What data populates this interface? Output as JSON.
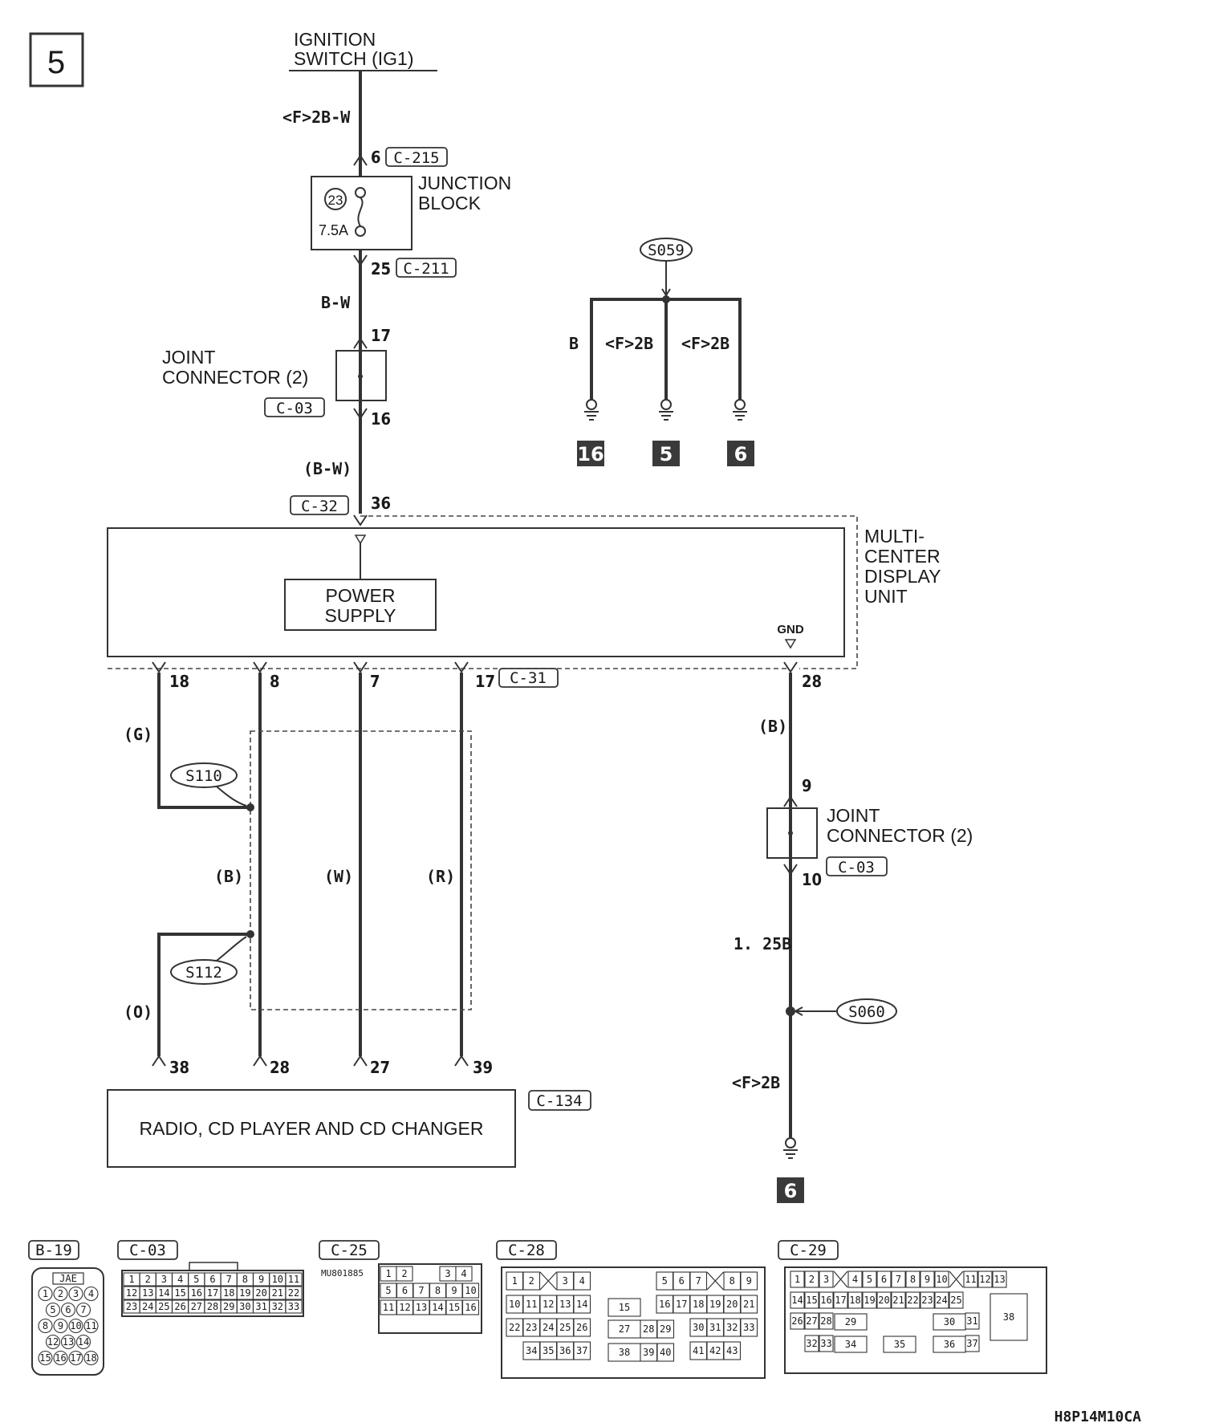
{
  "page_number": "5",
  "ignition": {
    "line1": "IGNITION",
    "line2": "SWITCH (IG1)",
    "wire": "<F>2B-W"
  },
  "junction_block": {
    "line1": "JUNCTION",
    "line2": "BLOCK",
    "fuse_no": "23",
    "fuse_rating": "7.5A",
    "pin_in": "6",
    "conn_in": "C-215",
    "pin_out": "25",
    "conn_out": "C-211",
    "wire_out": "B-W"
  },
  "joint_connector_top": {
    "line1": "JOINT",
    "line2": "CONNECTOR (2)",
    "conn": "C-03",
    "pin_in": "17",
    "pin_out": "16",
    "wire_out": "(B-W)"
  },
  "mcdu": {
    "line1": "MULTI-",
    "line2": "CENTER",
    "line3": "DISPLAY",
    "line4": "UNIT",
    "power_line1": "POWER",
    "power_line2": "SUPPLY",
    "gnd_label": "GND",
    "pin_power": "36",
    "conn_power": "C-32",
    "conn_bottom": "C-31",
    "pins_bottom": [
      "18",
      "8",
      "7",
      "17"
    ],
    "pin_gnd": "28"
  },
  "splice_s059": {
    "id": "S059",
    "wires": [
      "B",
      "<F>2B",
      "<F>2B"
    ],
    "grounds": [
      "16",
      "5",
      "6"
    ]
  },
  "shield": {
    "wire_g": "(G)",
    "wire_o": "(O)",
    "wire_b": "(B)",
    "wire_w": "(W)",
    "wire_r": "(R)",
    "splice_top": "S110",
    "splice_bottom": "S112"
  },
  "radio": {
    "label": "RADIO, CD PLAYER AND CD CHANGER",
    "conn": "C-134",
    "pins": [
      "38",
      "28",
      "27",
      "39"
    ]
  },
  "ground_path": {
    "wire_b": "(B)",
    "jc_pin_in": "9",
    "jc_pin_out": "10",
    "jc_line1": "JOINT",
    "jc_line2": "CONNECTOR (2)",
    "jc_conn": "C-03",
    "wire_125b": "1. 25B",
    "splice": "S060",
    "wire_f2b": "<F>2B",
    "ground_no": "6"
  },
  "connector_views": {
    "b19": {
      "id": "B-19",
      "brand": "JAE",
      "pins": [
        "1",
        "2",
        "3",
        "4",
        "5",
        "6",
        "7",
        "8",
        "9",
        "10",
        "11",
        "12",
        "13",
        "14",
        "15",
        "16",
        "17",
        "18"
      ]
    },
    "c03": {
      "id": "C-03",
      "row1": [
        "1",
        "2",
        "3",
        "4",
        "5",
        "6",
        "7",
        "8",
        "9",
        "10",
        "11"
      ],
      "row2": [
        "12",
        "13",
        "14",
        "15",
        "16",
        "17",
        "18",
        "19",
        "20",
        "21",
        "22"
      ],
      "row3": [
        "23",
        "24",
        "25",
        "26",
        "27",
        "28",
        "29",
        "30",
        "31",
        "32",
        "33"
      ]
    },
    "c25": {
      "id": "C-25",
      "part": "MU801885",
      "row1": [
        "1",
        "2",
        "3",
        "4"
      ],
      "row2": [
        "5",
        "6",
        "7",
        "8",
        "9",
        "10"
      ],
      "row3": [
        "11",
        "12",
        "13",
        "14",
        "15",
        "16"
      ]
    },
    "c28": {
      "id": "C-28",
      "cells": [
        "1",
        "2",
        "3",
        "4",
        "5",
        "6",
        "7",
        "8",
        "9",
        "10",
        "11",
        "12",
        "13",
        "14",
        "15",
        "16",
        "17",
        "18",
        "19",
        "20",
        "21",
        "22",
        "23",
        "24",
        "25",
        "26",
        "27",
        "28",
        "29",
        "30",
        "31",
        "32",
        "33",
        "34",
        "35",
        "36",
        "37",
        "38",
        "39",
        "40",
        "41",
        "42",
        "43"
      ]
    },
    "c29": {
      "id": "C-29",
      "cells": [
        "1",
        "2",
        "3",
        "4",
        "5",
        "6",
        "7",
        "8",
        "9",
        "10",
        "11",
        "12",
        "13",
        "14",
        "15",
        "16",
        "17",
        "18",
        "19",
        "20",
        "21",
        "22",
        "23",
        "24",
        "25",
        "26",
        "27",
        "28",
        "29",
        "30",
        "31",
        "32",
        "33",
        "34",
        "35",
        "36",
        "37",
        "38"
      ]
    }
  },
  "figure_code": "H8P14M10CA"
}
